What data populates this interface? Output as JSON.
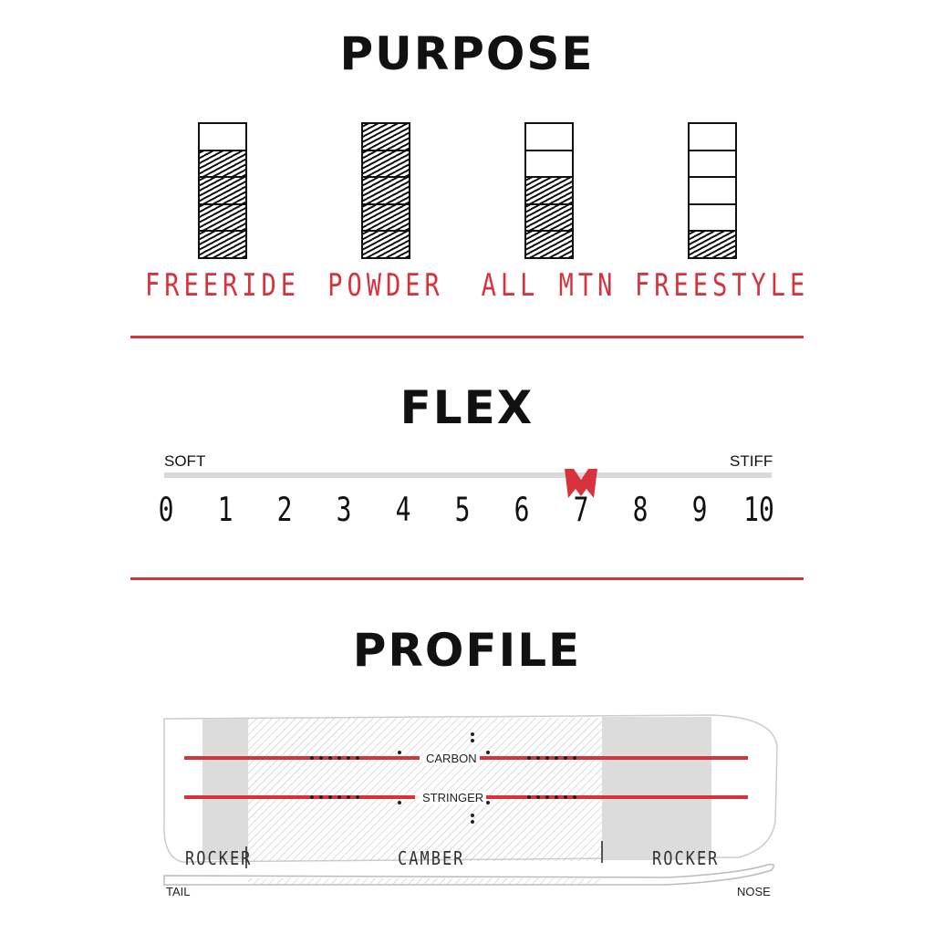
{
  "purpose": {
    "title": "PURPOSE",
    "items": [
      {
        "label": "FREERIDE",
        "level": 4,
        "max": 5
      },
      {
        "label": "POWDER",
        "level": 5,
        "max": 5
      },
      {
        "label": "ALL MTN",
        "level": 3,
        "max": 5
      },
      {
        "label": "FREESTYLE",
        "level": 1,
        "max": 5
      }
    ]
  },
  "flex": {
    "title": "FLEX",
    "soft_label": "SOFT",
    "stiff_label": "STIFF",
    "scale": [
      "0",
      "1",
      "2",
      "3",
      "4",
      "5",
      "6",
      "7",
      "8",
      "9",
      "10"
    ],
    "value": 7
  },
  "profile": {
    "title": "PROFILE",
    "carbon_label": "CARBON",
    "stringer_label": "STRINGER",
    "zones": [
      "ROCKER",
      "CAMBER",
      "ROCKER"
    ],
    "tail_label": "TAIL",
    "nose_label": "NOSE"
  },
  "colors": {
    "accent": "#d8323c",
    "ink": "#111111",
    "grey": "#d9d9d9"
  }
}
